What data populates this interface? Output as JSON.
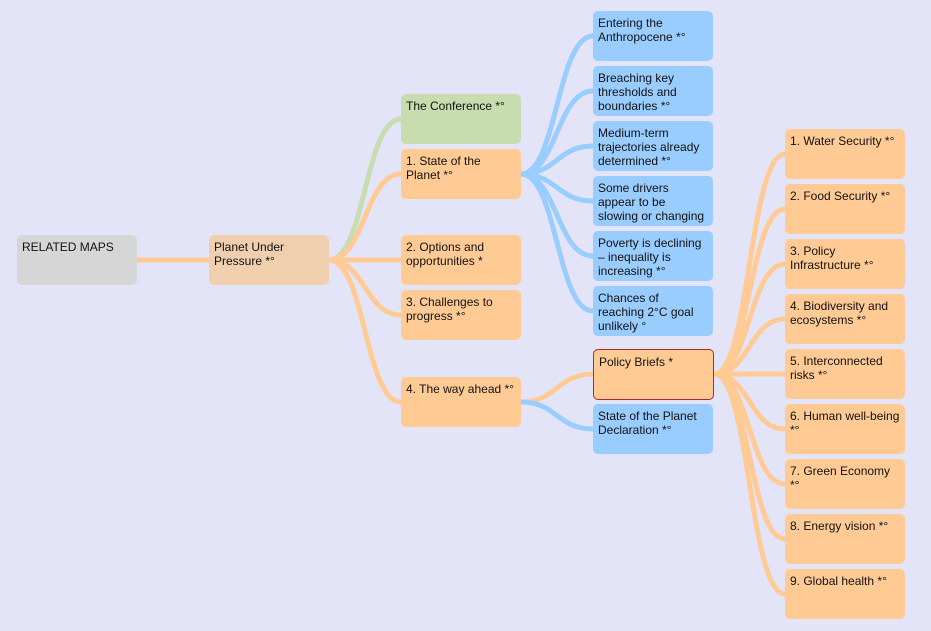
{
  "root": {
    "label": "Planet Under Pressure *°"
  },
  "related": {
    "label": "RELATED MAPS"
  },
  "branches": {
    "conference": "The Conference *°",
    "state_of_planet": "1. State of the Planet *°",
    "options": "2. Options and opportunities *",
    "challenges": "3. Challenges to progress *°",
    "way_ahead": "4. The way ahead *°"
  },
  "state_children": [
    "Entering the Anthropocene *°",
    "Breaching key thresholds and boundaries *°",
    "Medium-term trajectories already determined *°",
    "Some drivers appear to be slowing or changing",
    "Poverty is declining – inequality is increasing *°",
    "Chances of reaching 2°C goal unlikely °"
  ],
  "way_ahead_children": {
    "policy_briefs": "Policy Briefs *",
    "declaration": "State of the Planet Declaration *°"
  },
  "policy_briefs_children": [
    "1. Water Security *°",
    "2. Food Security *°",
    "3. Policy Infrastructure *°",
    "4. Biodiversity and ecosystems *°",
    "5. Interconnected risks *°",
    "6. Human well-being *°",
    "7. Green Economy *°",
    "8. Energy vision *°",
    "9. Global health *°"
  ],
  "colors": {
    "background": "#e4e4f8",
    "gray_node": "#d6d6d6",
    "root_node": "#f0cfae",
    "orange_node": "#ffca94",
    "green_node": "#c7ddb0",
    "blue_node": "#99ccff",
    "orange_link": "#ffca94",
    "blue_link": "#99ccff",
    "green_link": "#c7ddb0",
    "selected_border": "#b0282d"
  }
}
